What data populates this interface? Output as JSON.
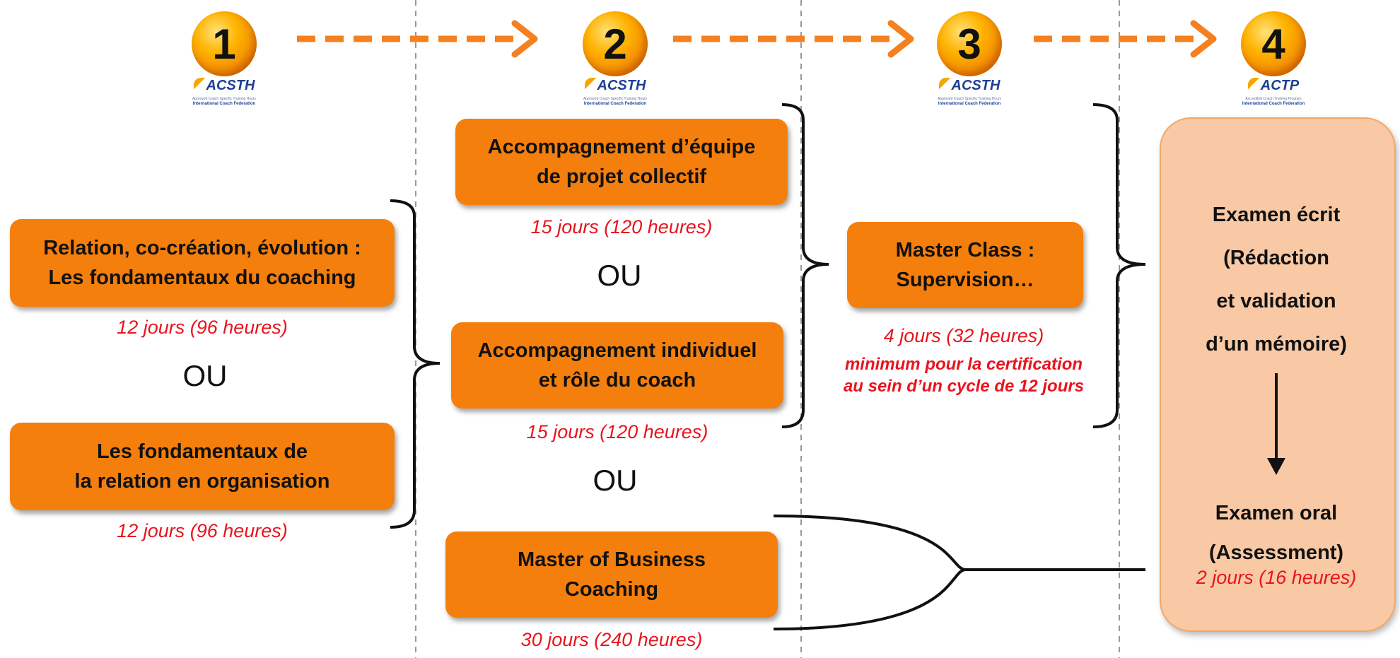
{
  "steps": [
    {
      "number": "1",
      "logo": "ACSTH",
      "sub1": "Approved Coach Specific Training Hours",
      "sub2": "International Coach Federation"
    },
    {
      "number": "2",
      "logo": "ACSTH",
      "sub1": "Approved Coach Specific Training Hours",
      "sub2": "International Coach Federation"
    },
    {
      "number": "3",
      "logo": "ACSTH",
      "sub1": "Approved Coach Specific Training Hours",
      "sub2": "International Coach Federation"
    },
    {
      "number": "4",
      "logo": "ACTP",
      "sub1": "Accredited Coach Training Program",
      "sub2": "International Coach Federation"
    }
  ],
  "col1": {
    "box1": "Relation, co-création, évolution :\nLes fondamentaux du coaching",
    "box1_duration": "12 jours (96 heures)",
    "or": "OU",
    "box2": "Les fondamentaux de\nla relation en organisation",
    "box2_duration": "12 jours (96 heures)"
  },
  "col2": {
    "box1": "Accompagnement d’équipe\nde projet collectif",
    "box1_duration": "15 jours (120 heures)",
    "or1": "OU",
    "box2": "Accompagnement individuel\net rôle du coach",
    "box2_duration": "15 jours (120 heures)",
    "or2": "OU",
    "box3": "Master of Business\nCoaching",
    "box3_duration": "30 jours (240 heures)"
  },
  "col3": {
    "box": "Master Class :\nSupervision…",
    "duration": "4 jours (32 heures)",
    "note": "minimum pour la certification\nau sein d’un cycle de 12 jours"
  },
  "col4": {
    "written_exam": "Examen écrit\n(Rédaction\net validation\nd’un mémoire)",
    "oral_exam": "Examen oral\n(Assessment)",
    "duration": "2 jours (16 heures)"
  },
  "colors": {
    "box": "#f57f0c",
    "arrow": "#f4801f",
    "duration": "#e8141e",
    "final_panel": "#f8c9a4"
  }
}
